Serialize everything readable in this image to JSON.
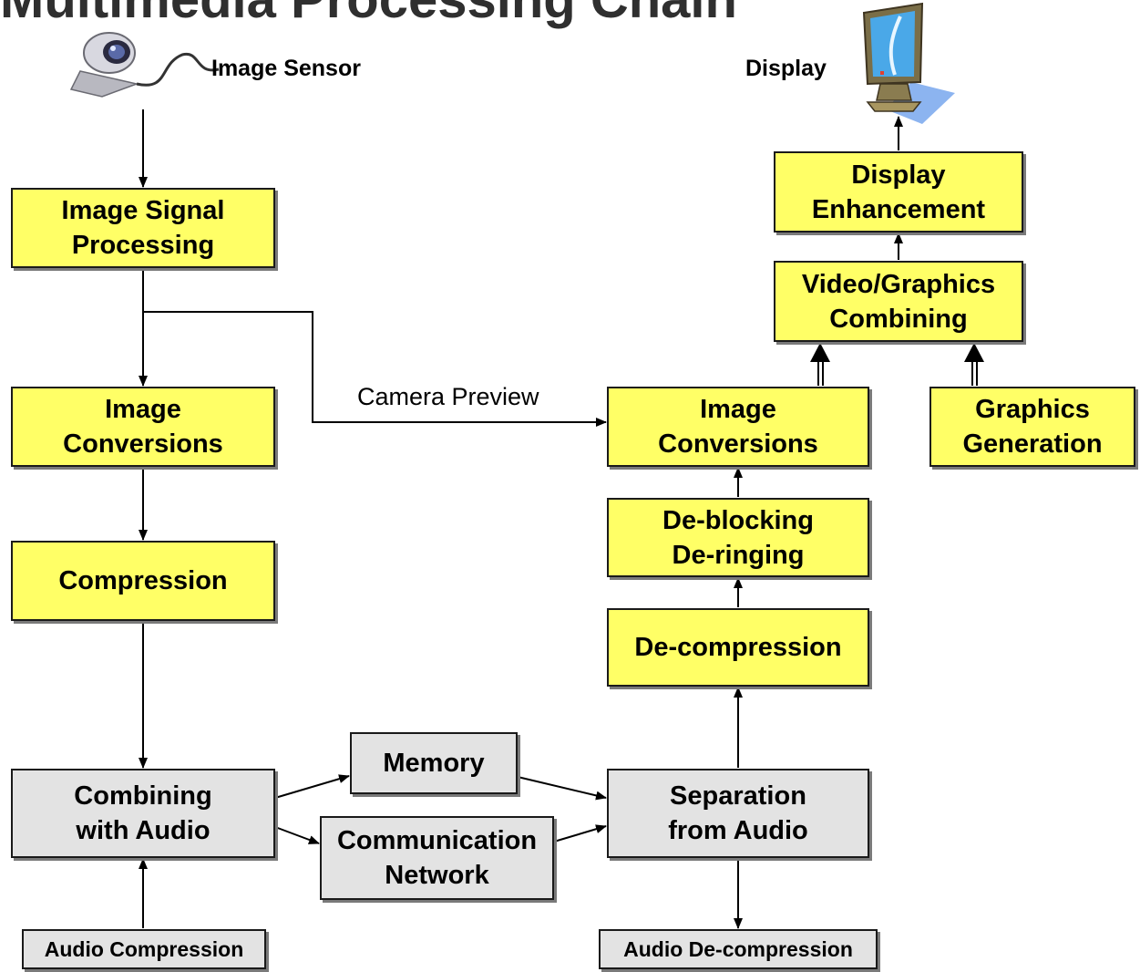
{
  "title": "Multimedia Processing Chain",
  "labels": {
    "image_sensor": "Image Sensor",
    "display": "Display",
    "camera_preview": "Camera Preview"
  },
  "blocks": {
    "image_signal_processing": "Image Signal\nProcessing",
    "image_conversions_left": "Image\nConversions",
    "compression": "Compression",
    "combining_audio": "Combining\nwith Audio",
    "audio_compression": "Audio Compression",
    "memory": "Memory",
    "comm_network": "Communication\nNetwork",
    "separation_audio": "Separation\nfrom Audio",
    "audio_decompression": "Audio De-compression",
    "decompression": "De-compression",
    "deblocking": "De-blocking\nDe-ringing",
    "image_conversions_right": "Image\nConversions",
    "graphics_generation": "Graphics\nGeneration",
    "video_graphics": "Video/Graphics\nCombining",
    "display_enhancement": "Display\nEnhancement"
  },
  "colors": {
    "yellow_block": "#ffff66",
    "gray_block": "#e3e3e3",
    "line": "#000000"
  },
  "icons": {
    "sensor": "webcam-icon",
    "display": "monitor-icon"
  }
}
